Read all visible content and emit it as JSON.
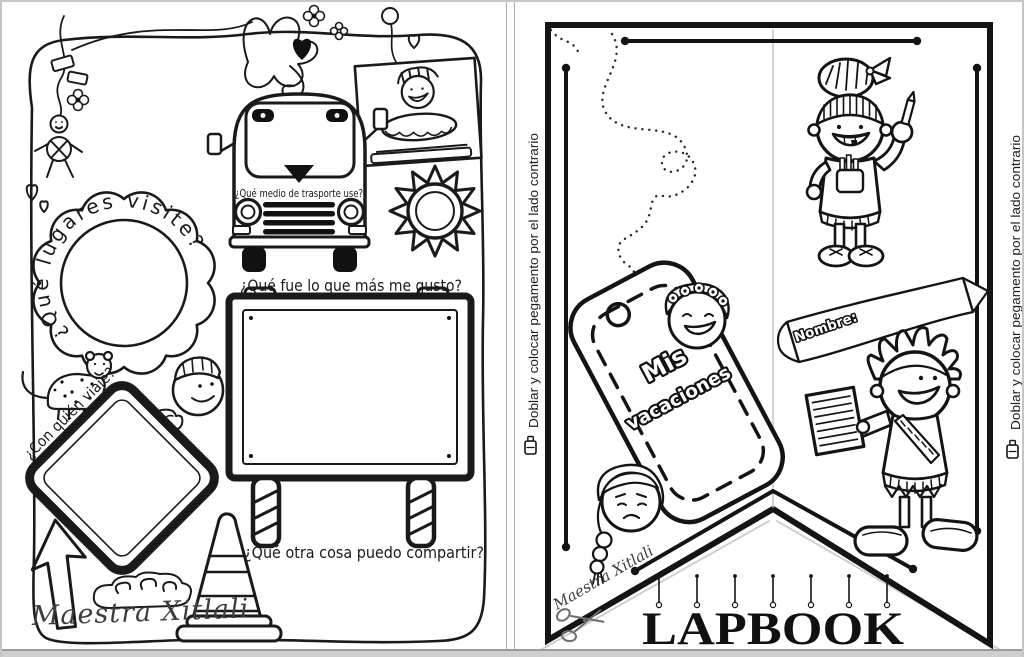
{
  "left_page": {
    "question_places": "¿Qué lugares visite?",
    "question_transport": "¿Qué medio de trasporte use?",
    "question_liked": "¿Qué fue lo que más me gusto?",
    "question_companions": "¿Con quién viaje?",
    "question_share": "¿Qué otra cosa puedo compartir?",
    "watermark": "Maestra Xitlali"
  },
  "right_page": {
    "fold_instruction_left": "Doblar y colocar pegamento por el lado contrario",
    "fold_instruction_right": "Doblar y colocar pegamento por el lado contrario",
    "tag_word1": "Mis",
    "tag_word2": "vacaciones",
    "name_label": "Nombre:",
    "title": "LAPBOOK",
    "watermark": "Maestra Xitlali"
  },
  "icons": {
    "glue": "glue-bottle-icon",
    "scissors": "scissors-icon",
    "heart": "heart-icon"
  },
  "colors": {
    "ink": "#1a1a1a",
    "paper": "#ffffff",
    "page_edge": "#adadad",
    "fold_line": "#c9c9c9"
  }
}
